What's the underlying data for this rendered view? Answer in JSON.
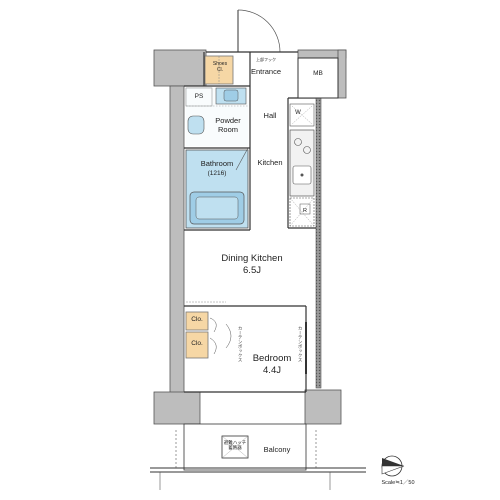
{
  "rooms": {
    "shoes": "Shoes\nCl.",
    "entrance": "Entrance",
    "mb": "MB",
    "ps": "PS",
    "powder_room": "Powder\nRoom",
    "hall": "Hall",
    "w": "W",
    "bathroom": "Bathroom",
    "bathroom_size": "(1216)",
    "kitchen": "Kitchen",
    "dining_kitchen": "Dining Kitchen",
    "dining_kitchen_size": "6.5J",
    "clo1": "Clo.",
    "clo2": "Clo.",
    "bedroom": "Bedroom",
    "bedroom_size": "4.4J",
    "balcony": "Balcony",
    "r": "R",
    "hatch": "避難ハッチ\n蓄熱器",
    "bracket": "上部フック",
    "curtain_left": "カーテンボックス",
    "curtain_right": "カーテンボックス"
  },
  "scale": {
    "label": "Scale≒1／50"
  },
  "colors": {
    "wall_gray": "#b9b9b9",
    "wall_dark": "#555555",
    "storage_orange": "#f6d7a5",
    "bath_blue": "#bfe0f0",
    "bath_blue_dark": "#9fcde6",
    "hatch_pattern": "#888888"
  }
}
